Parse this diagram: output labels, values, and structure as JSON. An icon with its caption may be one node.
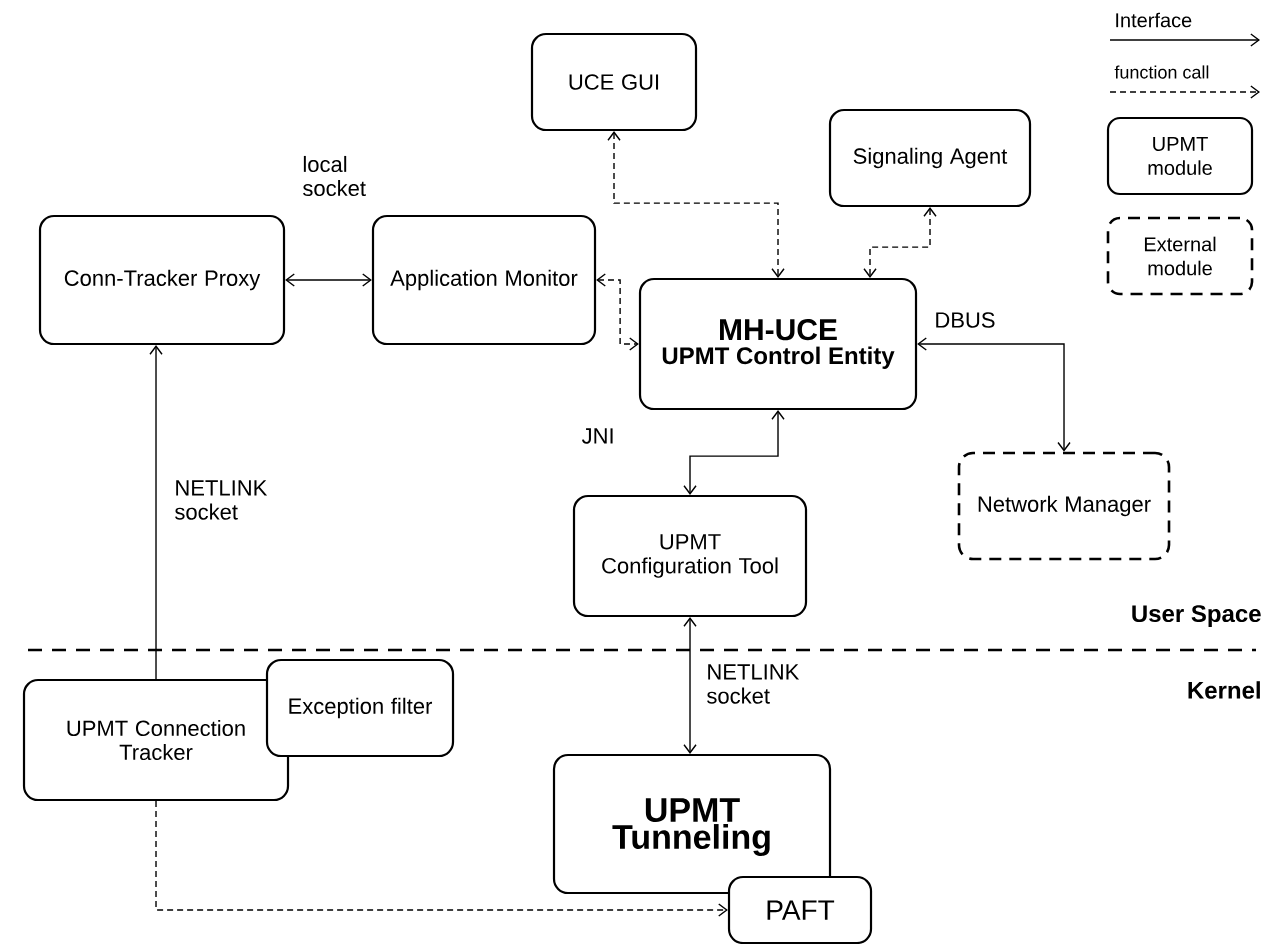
{
  "diagram": {
    "nodes": [
      {
        "text": [
          "UCE GUI"
        ]
      },
      {
        "text": [
          "Signaling Agent"
        ]
      },
      {
        "text": [
          "Conn-Tracker Proxy"
        ]
      },
      {
        "text": [
          "Application Monitor"
        ]
      },
      {
        "text": [
          "MH-UCE",
          "UPMT Control Entity"
        ]
      },
      {
        "text": [
          "Network Manager"
        ]
      },
      {
        "text": [
          "UPMT Configuration Tool"
        ]
      },
      {
        "text": [
          "UPMT Connection Tracker"
        ]
      },
      {
        "text": [
          "Exception filter"
        ]
      },
      {
        "text": [
          "UPMT Tunneling"
        ]
      },
      {
        "text": [
          "PAFT"
        ]
      }
    ],
    "edges": [
      {
        "from": 2,
        "to": 3,
        "arrow": "both",
        "label": "local socket"
      },
      {
        "from": 0,
        "to": 4,
        "arrow": "both",
        "style": "dashed"
      },
      {
        "from": 1,
        "to": 4,
        "arrow": "both",
        "style": "dashed"
      },
      {
        "from": 3,
        "to": 4,
        "arrow": "both",
        "style": "dashed"
      },
      {
        "from": 4,
        "to": 5,
        "arrow": "both",
        "label": "DBUS"
      },
      {
        "from": 4,
        "to": 6,
        "arrow": "both",
        "label": "JNI"
      },
      {
        "from": 6,
        "to": 9,
        "arrow": "both",
        "label": "NETLINK socket"
      },
      {
        "from": 7,
        "to": 2,
        "arrow": "to",
        "label": "NETLINK socket"
      },
      {
        "from": 7,
        "to": 10,
        "arrow": "to",
        "style": "dashed"
      }
    ],
    "labels": [
      "User Space",
      "Kernel"
    ],
    "legend": [
      {
        "text": "Interface"
      },
      {
        "text": "function call"
      },
      {
        "text": "UPMT module"
      },
      {
        "text": "External module"
      }
    ]
  }
}
